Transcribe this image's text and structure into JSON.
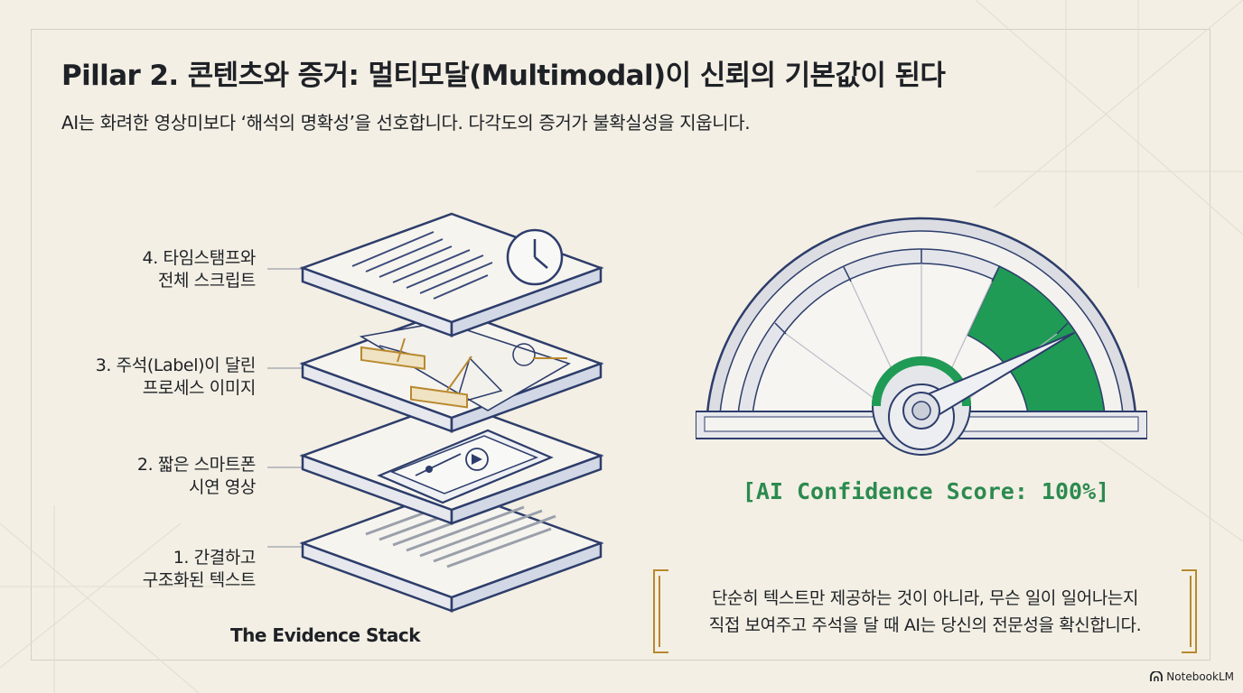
{
  "header": {
    "title": "Pillar 2. 콘텐츠와 증거: 멀티모달(Multimodal)이 신뢰의 기본값이 된다",
    "subtitle": "AI는 화려한 영상미보다 ‘해석의 명확성’을 선호합니다. 다각도의 증거가 불확실성을 지웁니다."
  },
  "stack": {
    "caption": "The Evidence Stack",
    "layers": [
      {
        "line1": "4. 타임스탬프와",
        "line2": "전체 스크립트",
        "icon": "clock-document"
      },
      {
        "line1": "3. 주석(Label)이 달린",
        "line2": "프로세스 이미지",
        "icon": "annotated-diagram"
      },
      {
        "line1": "2. 짧은 스마트폰",
        "line2": "시연 영상",
        "icon": "smartphone-play"
      },
      {
        "line1": "1. 간결하고",
        "line2": "구조화된 텍스트",
        "icon": "text-lines"
      }
    ]
  },
  "gauge": {
    "score_text": "[AI Confidence Score: 100%]",
    "level_fraction": 0.85
  },
  "note": {
    "line1": "단순히 텍스트만 제공하는 것이 아니라, 무슨 일이 일어나는지",
    "line2": "직접 보여주고 주석을 달 때 AI는 당신의 전문성을 확신합니다."
  },
  "branding": {
    "label": "NotebookLM",
    "icon": "notebooklm-logo"
  },
  "colors": {
    "background": "#f3efe4",
    "navy": "#2d3d6b",
    "accent_green": "#1f9b55",
    "gold": "#b8892e",
    "text": "#1e2126"
  }
}
